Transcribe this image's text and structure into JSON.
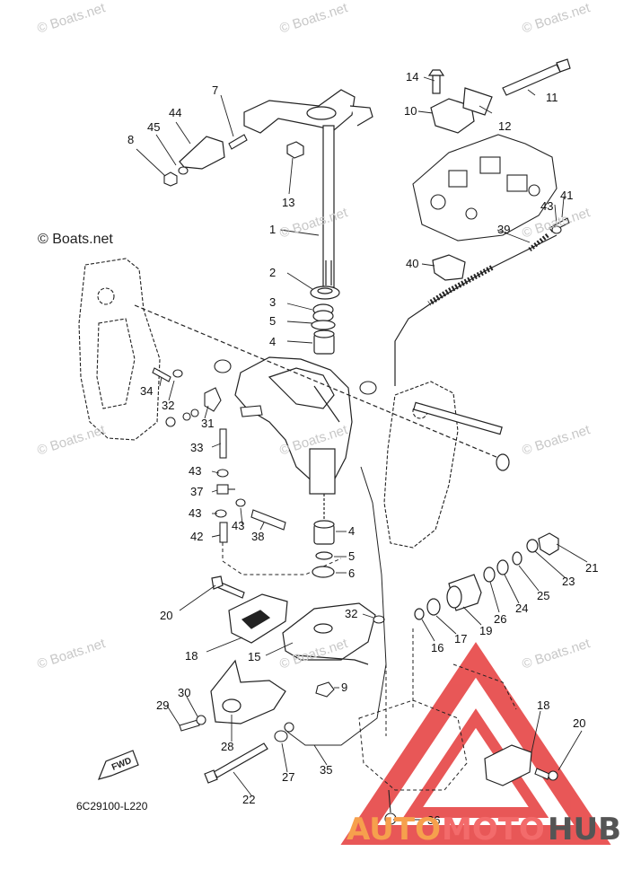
{
  "watermark": "© Boats.net",
  "diagram_code": "6C29100-L220",
  "fwd_label": "FWD",
  "logo": {
    "part1": "AUTO",
    "part2": "MOTO",
    "part3": "HUB",
    "color1": "#f6a04d",
    "color2": "#f36b6b",
    "color3": "#555555"
  },
  "callouts": [
    "1",
    "2",
    "3",
    "5",
    "4",
    "6",
    "7",
    "8",
    "9",
    "10",
    "11",
    "12",
    "13",
    "14",
    "15",
    "16",
    "17",
    "18",
    "19",
    "20",
    "21",
    "22",
    "23",
    "24",
    "25",
    "26",
    "27",
    "28",
    "29",
    "30",
    "31",
    "32",
    "33",
    "34",
    "35",
    "36",
    "37",
    "38",
    "39",
    "40",
    "41",
    "42",
    "43",
    "44",
    "45"
  ]
}
